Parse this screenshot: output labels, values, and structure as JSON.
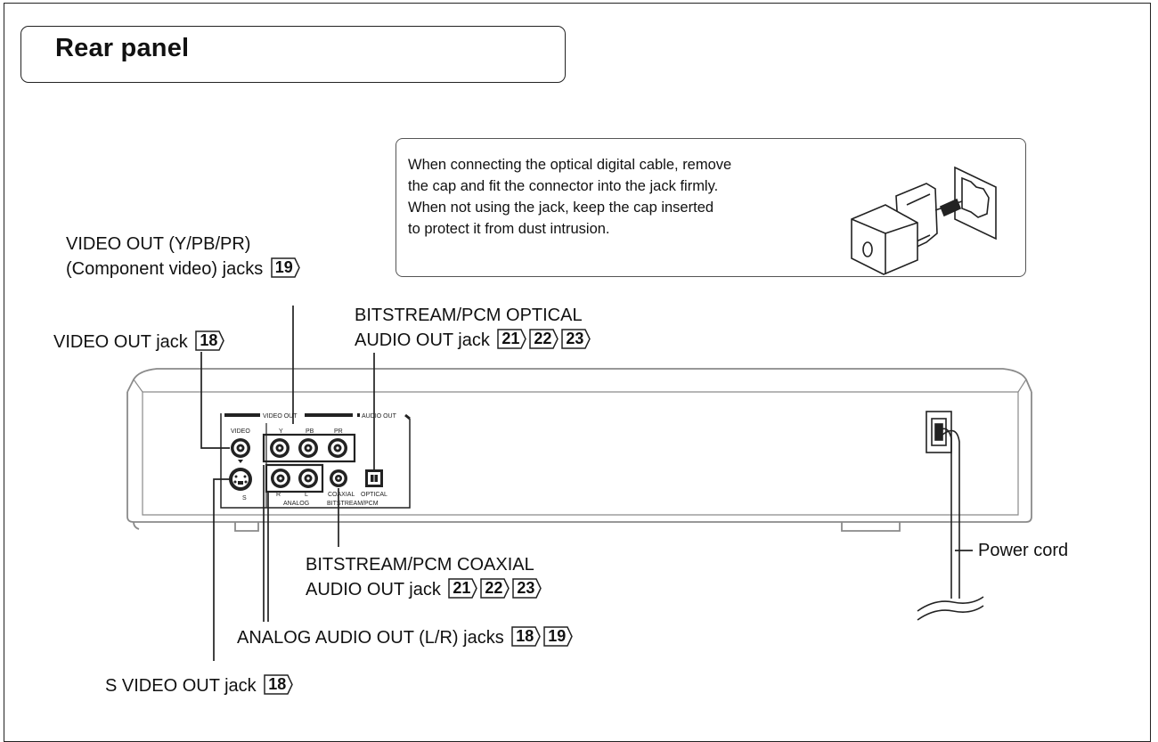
{
  "title": "Rear panel",
  "note": {
    "lines": [
      "When connecting the optical digital cable, remove",
      "the cap and fit the connector into the jack firmly.",
      "When not using the jack, keep the cap inserted",
      "to protect it from dust intrusion."
    ]
  },
  "labels": {
    "component_line1": "VIDEO OUT (Y/PB/PR)",
    "component_line2": "(Component video) jacks",
    "component_refs": [
      "19"
    ],
    "video_out": "VIDEO OUT jack",
    "video_out_refs": [
      "18"
    ],
    "optical_line1": "BITSTREAM/PCM OPTICAL",
    "optical_line2": "AUDIO OUT jack",
    "optical_refs": [
      "21",
      "22",
      "23"
    ],
    "coaxial_line1": "BITSTREAM/PCM COAXIAL",
    "coaxial_line2": "AUDIO OUT jack",
    "coaxial_refs": [
      "21",
      "22",
      "23"
    ],
    "analog": "ANALOG AUDIO OUT (L/R) jacks",
    "analog_refs": [
      "18",
      "19"
    ],
    "s_video": "S VIDEO OUT jack",
    "s_video_refs": [
      "18"
    ],
    "power_cord": "Power cord"
  },
  "panel_text": {
    "video_out_header": "VIDEO OUT",
    "audio_out_header": "AUDIO OUT",
    "video": "VIDEO",
    "y": "Y",
    "pb": "PB",
    "pr": "PR",
    "s": "S",
    "r": "R",
    "l": "L",
    "analog": "ANALOG",
    "coaxial": "COAXIAL",
    "optical": "OPTICAL",
    "bitstream_pcm": "BITSTREAM/PCM"
  }
}
